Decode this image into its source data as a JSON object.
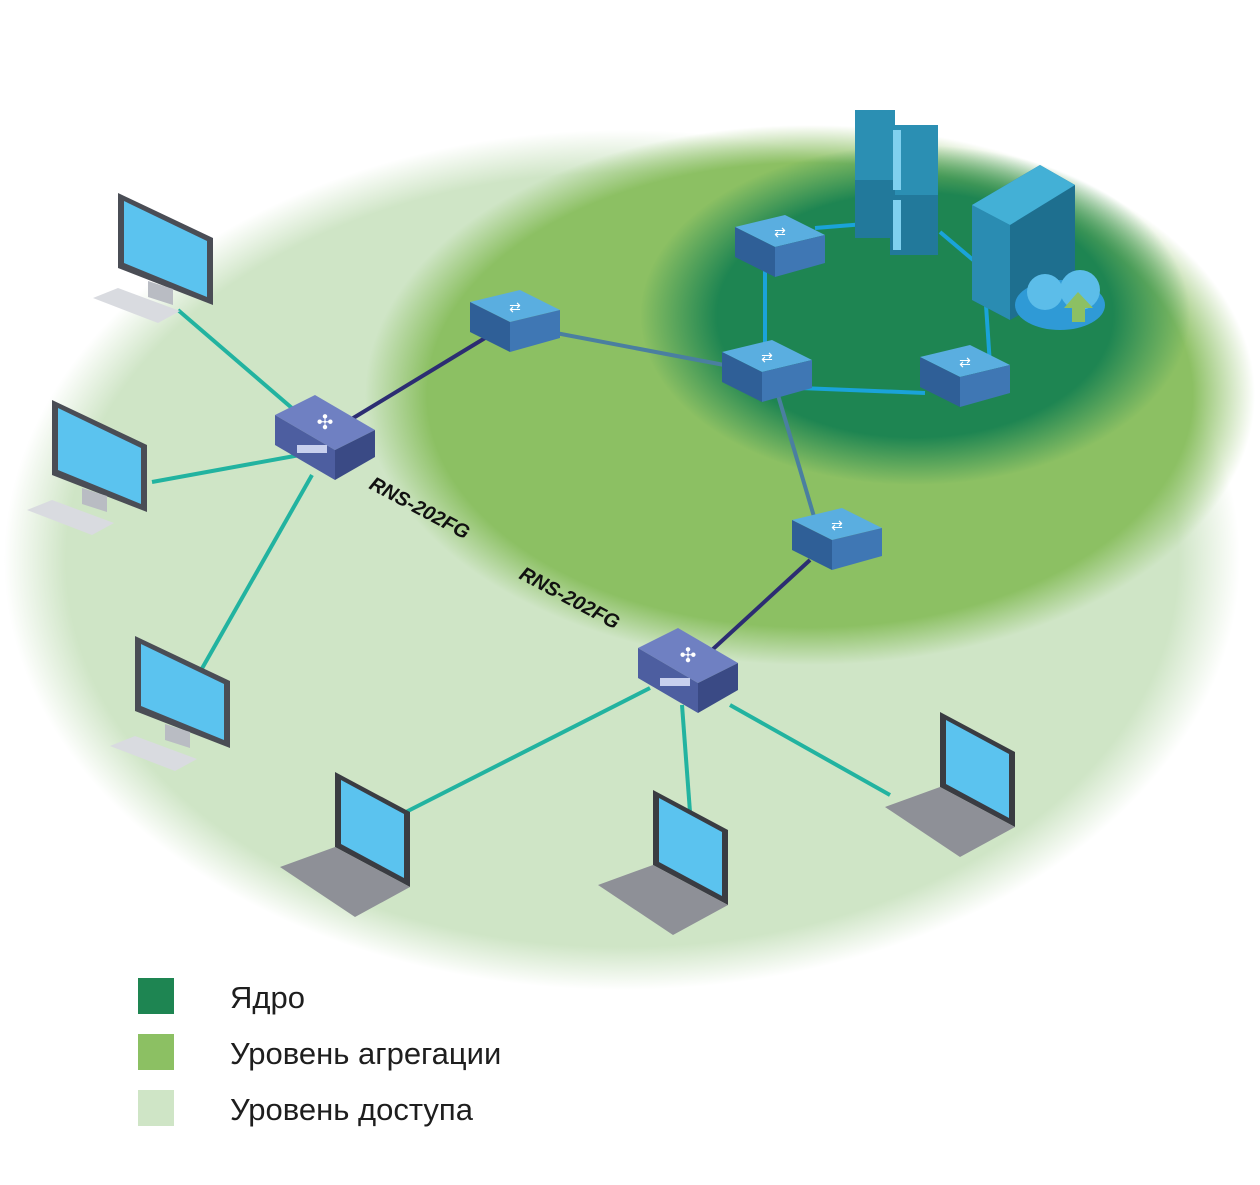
{
  "devices": {
    "router_a_label": "RNS-202FG",
    "router_b_label": "RNS-202FG"
  },
  "legend": {
    "items": [
      {
        "label": "Ядро",
        "color": "#1e8552"
      },
      {
        "label": "Уровень агрегации",
        "color": "#8cc063"
      },
      {
        "label": "Уровень доступа",
        "color": "#cfe5c6"
      }
    ]
  },
  "colors": {
    "access_zone": "#cfe5c6",
    "aggregation_zone": "#8cc063",
    "core_zone": "#1e8552",
    "access_link": "#22b3a0",
    "uplink": "#2c2d72",
    "core_link": "#1aa3d9",
    "switch_top": "#5aaee0",
    "router_body": "#4d5ea0"
  }
}
